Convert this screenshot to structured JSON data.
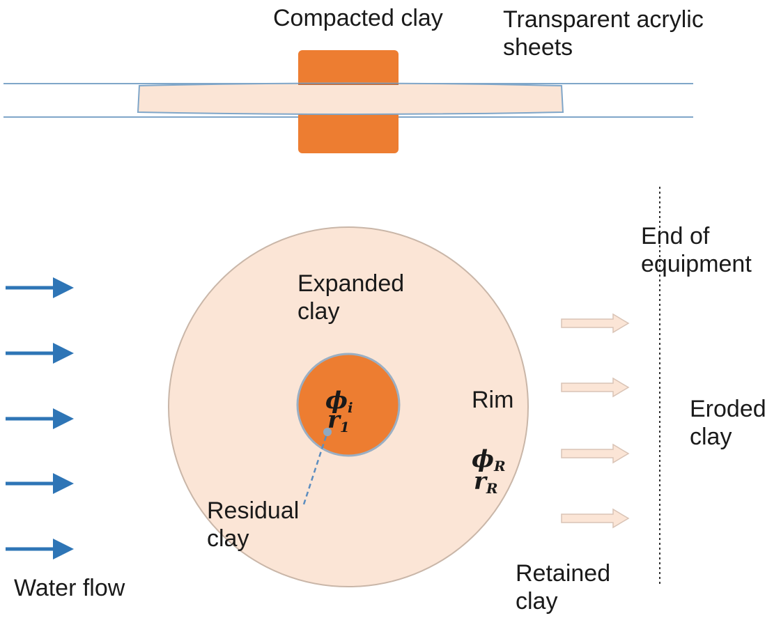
{
  "labels": {
    "compacted_clay": "Compacted clay",
    "acrylic_line1": "Transparent acrylic",
    "acrylic_line2": "sheets",
    "end_line1": "End of",
    "end_line2": "equipment",
    "expanded_line1": "Expanded",
    "expanded_line2": "clay",
    "rim": "Rim",
    "eroded_line1": "Eroded",
    "eroded_line2": "clay",
    "residual_line1": "Residual",
    "residual_line2": "clay",
    "water_flow": "Water flow",
    "retained_line1": "Retained",
    "retained_line2": "clay"
  },
  "symbols": {
    "phi_i_base": "ϕ",
    "phi_i_sub": "i",
    "r1_base": "r",
    "r1_sub": "1",
    "phi_R_base": "ϕ",
    "phi_R_sub": "R",
    "rR_base": "r",
    "rR_sub": "R"
  },
  "colors": {
    "clay_orange": "#ED7D31",
    "expanded_beige": "#FBE5D6",
    "acrylic_line": "#7FA6C9",
    "water_arrow": "#2E75B6",
    "retained_arrow_fill": "#FBE5D6",
    "retained_arrow_stroke": "#D9C3B5"
  }
}
